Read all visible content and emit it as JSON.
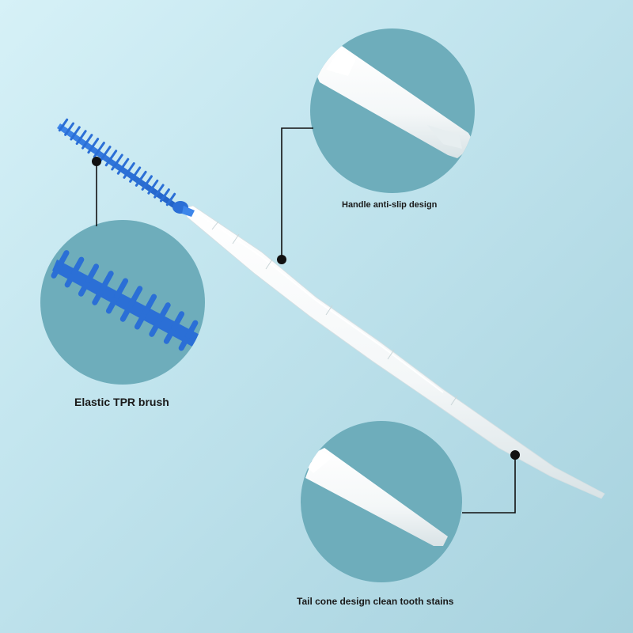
{
  "colors": {
    "background": "#c4e6ef",
    "circle": "#6eadbb",
    "brush_blue": "#2b6fd6",
    "stick": "#ffffff",
    "marker": "#111111"
  },
  "callouts": {
    "handle": {
      "label": "Handle anti-slip design",
      "icon": "handle-zoom-icon"
    },
    "brush": {
      "label": "Elastic TPR brush",
      "icon": "brush-zoom-icon"
    },
    "tail": {
      "label": "Tail cone design clean tooth stains",
      "icon": "tail-zoom-icon"
    }
  }
}
